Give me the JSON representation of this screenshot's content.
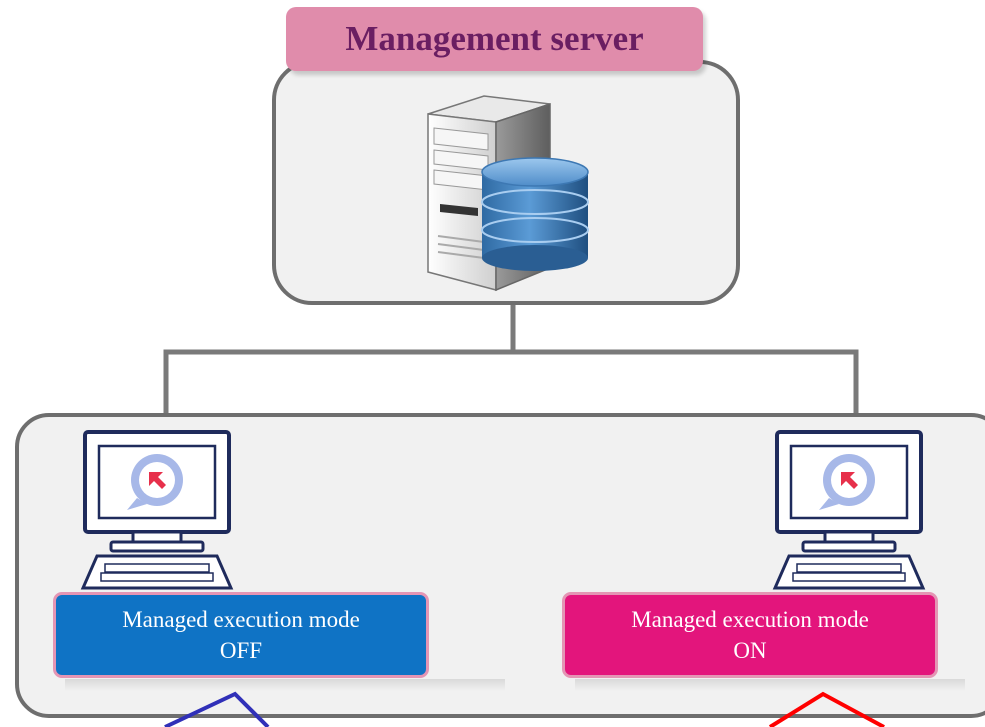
{
  "server": {
    "title": "Management server",
    "icon": "server-database-icon"
  },
  "clients": [
    {
      "icon": "computer-icon",
      "badge_icon": "arrow-badge-icon",
      "mode_line1": "Managed execution mode",
      "mode_line2": "OFF",
      "mode_color": "#0f73c5",
      "pointer_color": "#3030b8"
    },
    {
      "icon": "computer-icon",
      "badge_icon": "arrow-badge-icon",
      "mode_line1": "Managed execution mode",
      "mode_line2": "ON",
      "mode_color": "#e3157c",
      "pointer_color": "#ff0000"
    }
  ],
  "colors": {
    "title_fill": "#e08cab",
    "title_text": "#6a1e62",
    "panel_border": "#6e6e6e",
    "panel_fill": "#f1f1f1",
    "connector": "#7a7a7a"
  }
}
